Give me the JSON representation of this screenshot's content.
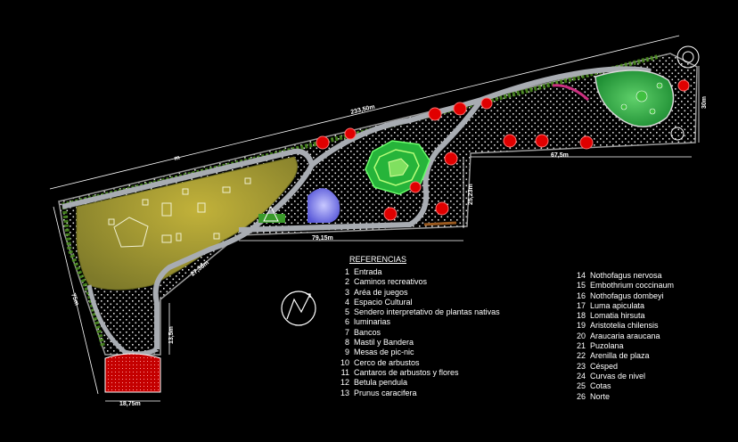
{
  "dimensions": {
    "top_length": "233,50m",
    "top_mid": "m",
    "right_height": "30m",
    "right_step_width": "67,5m",
    "step_height": "25,23m",
    "bottom_edge": "79,15m",
    "diagonal": "27,38m",
    "left_length": "75m",
    "entrance_height": "13,5m",
    "entrance_width": "18,75m"
  },
  "legend": {
    "title": "REFERENCIAS",
    "left": [
      {
        "n": "1",
        "label": "Entrada"
      },
      {
        "n": "2",
        "label": "Caminos recreativos"
      },
      {
        "n": "3",
        "label": "Aréa de juegos"
      },
      {
        "n": "4",
        "label": "Espacio Cultural"
      },
      {
        "n": "5",
        "label": "Sendero interpretativo de plantas nativas"
      },
      {
        "n": "6",
        "label": "luminarias"
      },
      {
        "n": "7",
        "label": "Bancos"
      },
      {
        "n": "8",
        "label": "Mastil y Bandera"
      },
      {
        "n": "9",
        "label": "Mesas de pic-nic"
      },
      {
        "n": "10",
        "label": "Cerco de arbustos"
      },
      {
        "n": "11",
        "label": "Cantaros de arbustos y flores"
      },
      {
        "n": "12",
        "label": "Betula pendula"
      },
      {
        "n": "13",
        "label": "Prunus caracifera"
      }
    ],
    "right": [
      {
        "n": "14",
        "label": "Nothofagus nervosa"
      },
      {
        "n": "15",
        "label": "Embothrium coccinaum"
      },
      {
        "n": "16",
        "label": "Nothofagus dombeyi"
      },
      {
        "n": "17",
        "label": "Luma apiculata"
      },
      {
        "n": "18",
        "label": "Lomatia hirsuta"
      },
      {
        "n": "19",
        "label": "Aristotelia chilensis"
      },
      {
        "n": "20",
        "label": "Araucaria araucana"
      },
      {
        "n": "21",
        "label": "Puzolana"
      },
      {
        "n": "22",
        "label": "Arenilla de plaza"
      },
      {
        "n": "23",
        "label": "Césped"
      },
      {
        "n": "24",
        "label": "Curvas de nivel"
      },
      {
        "n": "25",
        "label": "Cotas"
      },
      {
        "n": "26",
        "label": "Norte"
      }
    ]
  },
  "colors": {
    "background": "#000000",
    "play_area": "#9a8f2a",
    "lawn": "#1e8f2a",
    "path": "#9aa0a8",
    "tree": "#e00000",
    "entrance": "#cc0000",
    "culture": "#7070e0"
  }
}
